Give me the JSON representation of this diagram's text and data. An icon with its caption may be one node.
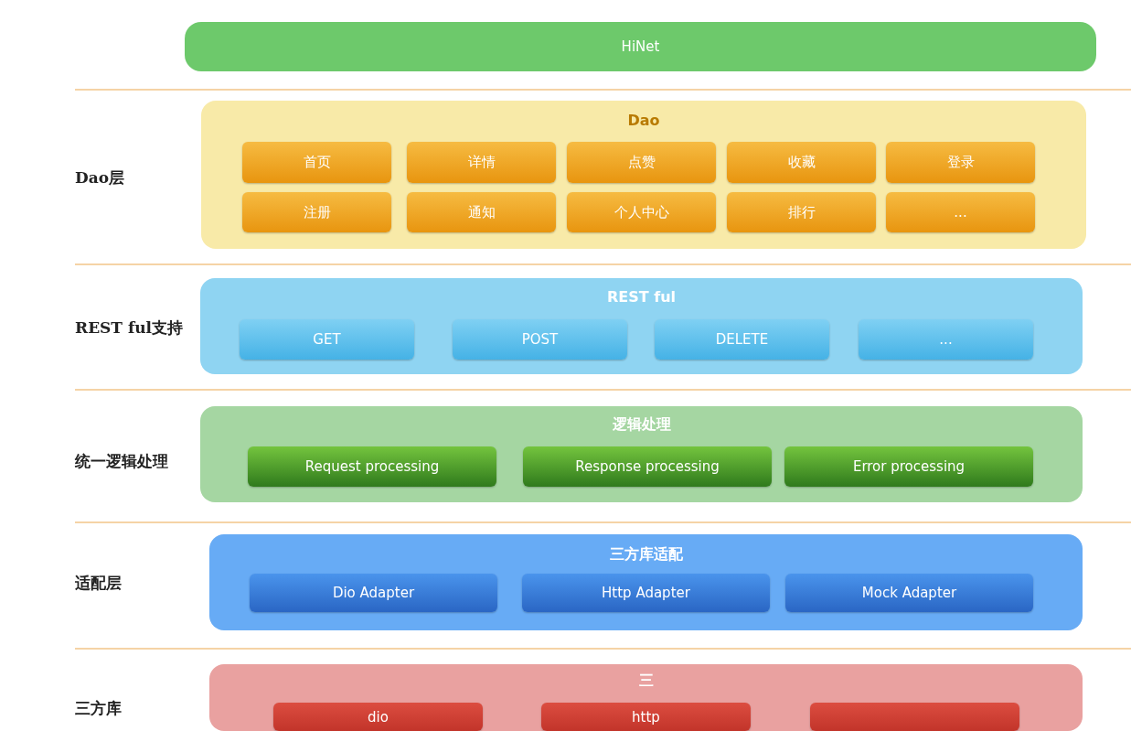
{
  "diagram": {
    "nodes": [
      {
        "text": [
          "HiNet"
        ]
      },
      {
        "text": [
          "Dao"
        ]
      },
      {
        "text": [
          "首页"
        ],
        "in": 1
      },
      {
        "text": [
          "详情"
        ],
        "in": 1
      },
      {
        "text": [
          "点赞"
        ],
        "in": 1
      },
      {
        "text": [
          "收藏"
        ],
        "in": 1
      },
      {
        "text": [
          "登录"
        ],
        "in": 1
      },
      {
        "text": [
          "注册"
        ],
        "in": 1
      },
      {
        "text": [
          "通知"
        ],
        "in": 1
      },
      {
        "text": [
          "个人中心"
        ],
        "in": 1
      },
      {
        "text": [
          "排行"
        ],
        "in": 1
      },
      {
        "text": [
          "..."
        ],
        "in": 1
      },
      {
        "text": [
          "REST ful"
        ]
      },
      {
        "text": [
          "GET"
        ],
        "in": 12
      },
      {
        "text": [
          "POST"
        ],
        "in": 12
      },
      {
        "text": [
          "DELETE"
        ],
        "in": 12
      },
      {
        "text": [
          "..."
        ],
        "in": 12
      },
      {
        "text": [
          "逻辑处理"
        ]
      },
      {
        "text": [
          "Request processing"
        ],
        "in": 17
      },
      {
        "text": [
          "Response processing"
        ],
        "in": 17
      },
      {
        "text": [
          "Error processing"
        ],
        "in": 17
      },
      {
        "text": [
          "三方库适配"
        ]
      },
      {
        "text": [
          "Dio Adapter"
        ],
        "in": 21
      },
      {
        "text": [
          "Http Adapter"
        ],
        "in": 21
      },
      {
        "text": [
          "Mock Adapter"
        ],
        "in": 21
      },
      {
        "text": [
          "三"
        ]
      },
      {
        "text": [
          "dio"
        ],
        "in": 25
      },
      {
        "text": [
          "http"
        ],
        "in": 25
      },
      {
        "text": [],
        "shape": "box",
        "in": 25
      }
    ],
    "labels": [
      "Dao层",
      "REST ful支持",
      "统一逻辑处理",
      "适配层",
      "三方库"
    ]
  }
}
